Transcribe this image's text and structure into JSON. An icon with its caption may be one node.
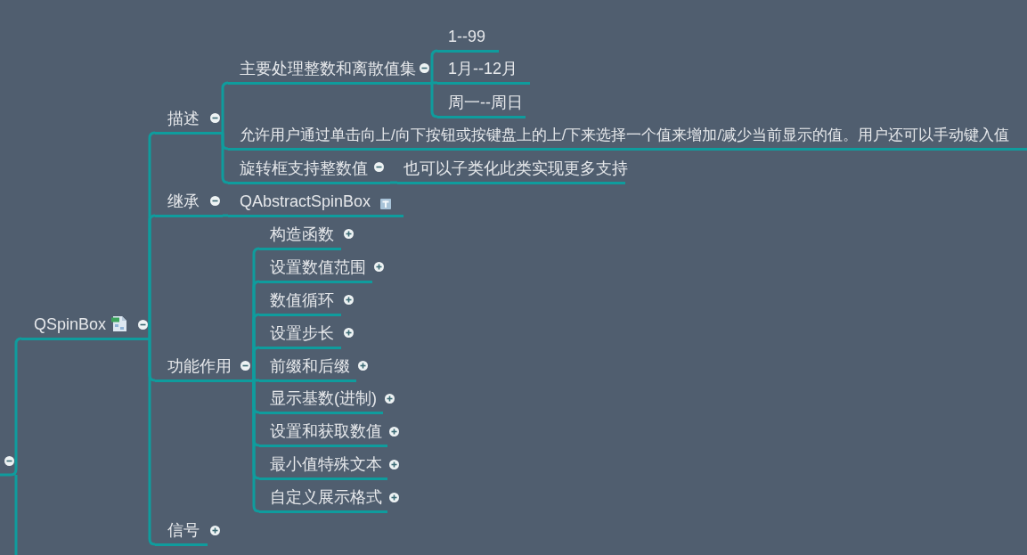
{
  "diagram": {
    "nodes": [
      {
        "text": [
          "QSpinBox"
        ]
      },
      {
        "text": [
          "描述"
        ]
      },
      {
        "text": [
          "主要处理整数和离散值集"
        ]
      },
      {
        "text": [
          "1--99"
        ]
      },
      {
        "text": [
          "1月--12月"
        ]
      },
      {
        "text": [
          "周一--周日"
        ]
      },
      {
        "text": [
          "允许用户通过单击向上/向下按钮或按键盘上的上/下来选择一个值来增加/减少当前显示的值。用户还可以手动键入值"
        ]
      },
      {
        "text": [
          "旋转框支持整数值"
        ]
      },
      {
        "text": [
          "也可以子类化此类实现更多支持"
        ]
      },
      {
        "text": [
          "继承"
        ]
      },
      {
        "text": [
          "QAbstractSpinBox"
        ]
      },
      {
        "text": [
          "功能作用"
        ]
      },
      {
        "text": [
          "构造函数"
        ]
      },
      {
        "text": [
          "设置数值范围"
        ]
      },
      {
        "text": [
          "数值循环"
        ]
      },
      {
        "text": [
          "设置步长"
        ]
      },
      {
        "text": [
          "前缀和后缀"
        ]
      },
      {
        "text": [
          "显示基数(进制)"
        ]
      },
      {
        "text": [
          "设置和获取数值"
        ]
      },
      {
        "text": [
          "最小值特殊文本"
        ]
      },
      {
        "text": [
          "自定义展示格式"
        ]
      },
      {
        "text": [
          "信号"
        ]
      }
    ],
    "edges": [
      {
        "from": null,
        "to": 0,
        "arrow": "none"
      },
      {
        "from": 0,
        "to": 1,
        "arrow": "none"
      },
      {
        "from": 1,
        "to": 2,
        "arrow": "none"
      },
      {
        "from": 2,
        "to": 3,
        "arrow": "none"
      },
      {
        "from": 2,
        "to": 4,
        "arrow": "none"
      },
      {
        "from": 2,
        "to": 5,
        "arrow": "none"
      },
      {
        "from": 1,
        "to": 6,
        "arrow": "none"
      },
      {
        "from": 1,
        "to": 7,
        "arrow": "none"
      },
      {
        "from": 7,
        "to": 8,
        "arrow": "none"
      },
      {
        "from": 0,
        "to": 9,
        "arrow": "none"
      },
      {
        "from": 9,
        "to": 10,
        "arrow": "none"
      },
      {
        "from": 0,
        "to": 11,
        "arrow": "none"
      },
      {
        "from": 11,
        "to": 12,
        "arrow": "none"
      },
      {
        "from": 11,
        "to": 13,
        "arrow": "none"
      },
      {
        "from": 11,
        "to": 14,
        "arrow": "none"
      },
      {
        "from": 11,
        "to": 15,
        "arrow": "none"
      },
      {
        "from": 11,
        "to": 16,
        "arrow": "none"
      },
      {
        "from": 11,
        "to": 17,
        "arrow": "none"
      },
      {
        "from": 11,
        "to": 18,
        "arrow": "none"
      },
      {
        "from": 11,
        "to": 19,
        "arrow": "none"
      },
      {
        "from": 11,
        "to": 20,
        "arrow": "none"
      },
      {
        "from": 0,
        "to": 21,
        "arrow": "none"
      }
    ]
  }
}
